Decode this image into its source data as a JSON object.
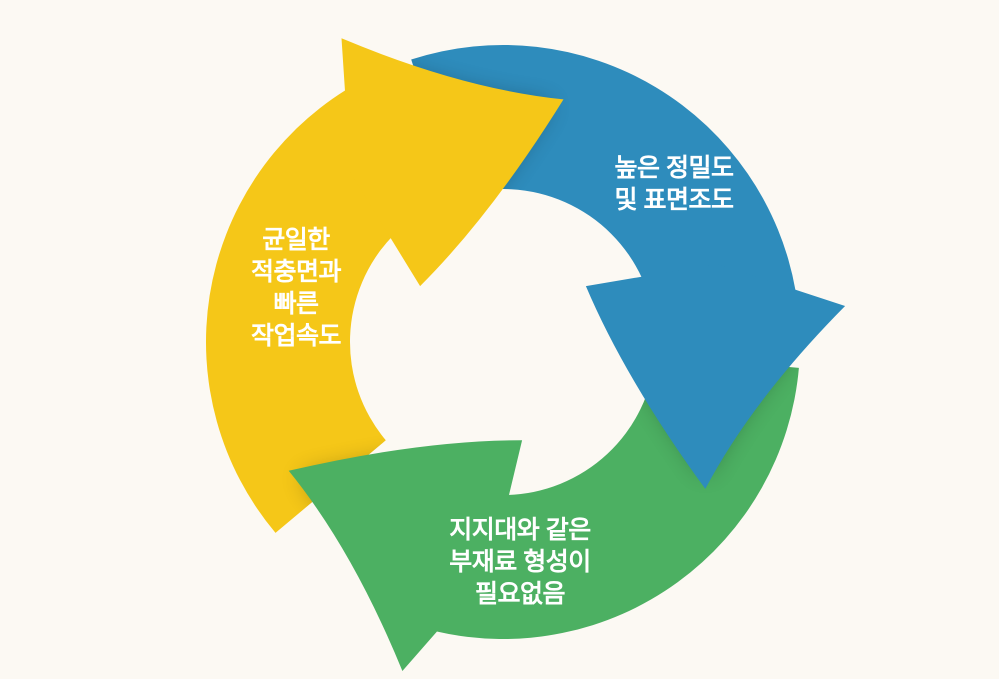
{
  "diagram": {
    "type": "cycle",
    "flow": "clockwise",
    "background": "#FCF9F3",
    "text_color": "#FFFFFF",
    "segments": [
      {
        "id": "high-precision",
        "color": "#2E8CBC",
        "position": "top-right",
        "lines": [
          "높은 정밀도",
          "및 표면조도"
        ]
      },
      {
        "id": "no-support-material",
        "color": "#4CB062",
        "position": "bottom",
        "lines": [
          "지지대와 같은",
          "부재료 형성이",
          "필요없음"
        ]
      },
      {
        "id": "uniform-layers-fast-speed",
        "color": "#F5C718",
        "position": "left",
        "lines": [
          "균일한",
          "적충면과",
          "빠른",
          "작업속도"
        ]
      }
    ]
  }
}
